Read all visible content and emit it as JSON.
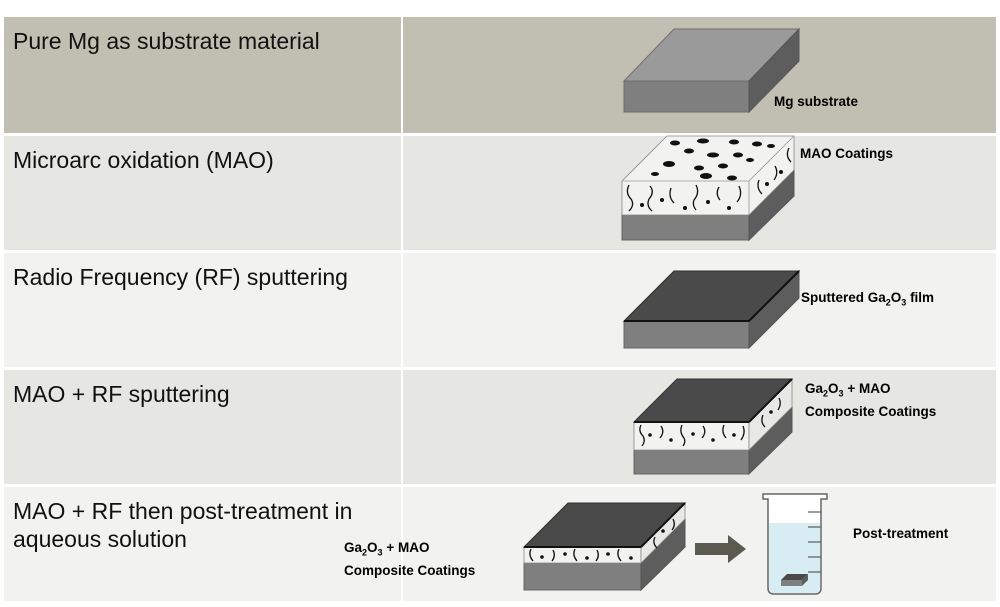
{
  "colors": {
    "header_row": "#c1bfb1",
    "row_a": "#e6e6e3",
    "row_b": "#f2f2f1",
    "substrate_top": "#9a9a9a",
    "substrate_front": "#7f7f7f",
    "substrate_side": "#5d5d5d",
    "film_top": "#4a4a4a",
    "coating_fill": "#f2f2f0",
    "arrow": "#5a5a50",
    "solution": "#d7ecf3"
  },
  "steps": [
    {
      "text": "Pure Mg as substrate material",
      "label": "Mg substrate"
    },
    {
      "text": "Microarc oxidation (MAO)",
      "label": "MAO Coatings"
    },
    {
      "text": "Radio Frequency (RF) sputtering",
      "label_prefix": "Sputtered Ga",
      "label_sub1": "2",
      "label_mid": "O",
      "label_sub2": "3",
      "label_suffix": " film"
    },
    {
      "text": "MAO + RF sputtering",
      "label_prefix": "Ga",
      "label_sub1": "2",
      "label_mid": "O",
      "label_sub2": "3",
      "label_suffix": " + MAO",
      "label_line2": "Composite Coatings"
    },
    {
      "text": "MAO + RF then post-treatment in aqueous solution",
      "label_prefix": "Ga",
      "label_sub1": "2",
      "label_mid": "O",
      "label_sub2": "3",
      "label_suffix": " + MAO",
      "label_line2": "Composite Coatings",
      "label_post": "Post-treatment"
    }
  ]
}
